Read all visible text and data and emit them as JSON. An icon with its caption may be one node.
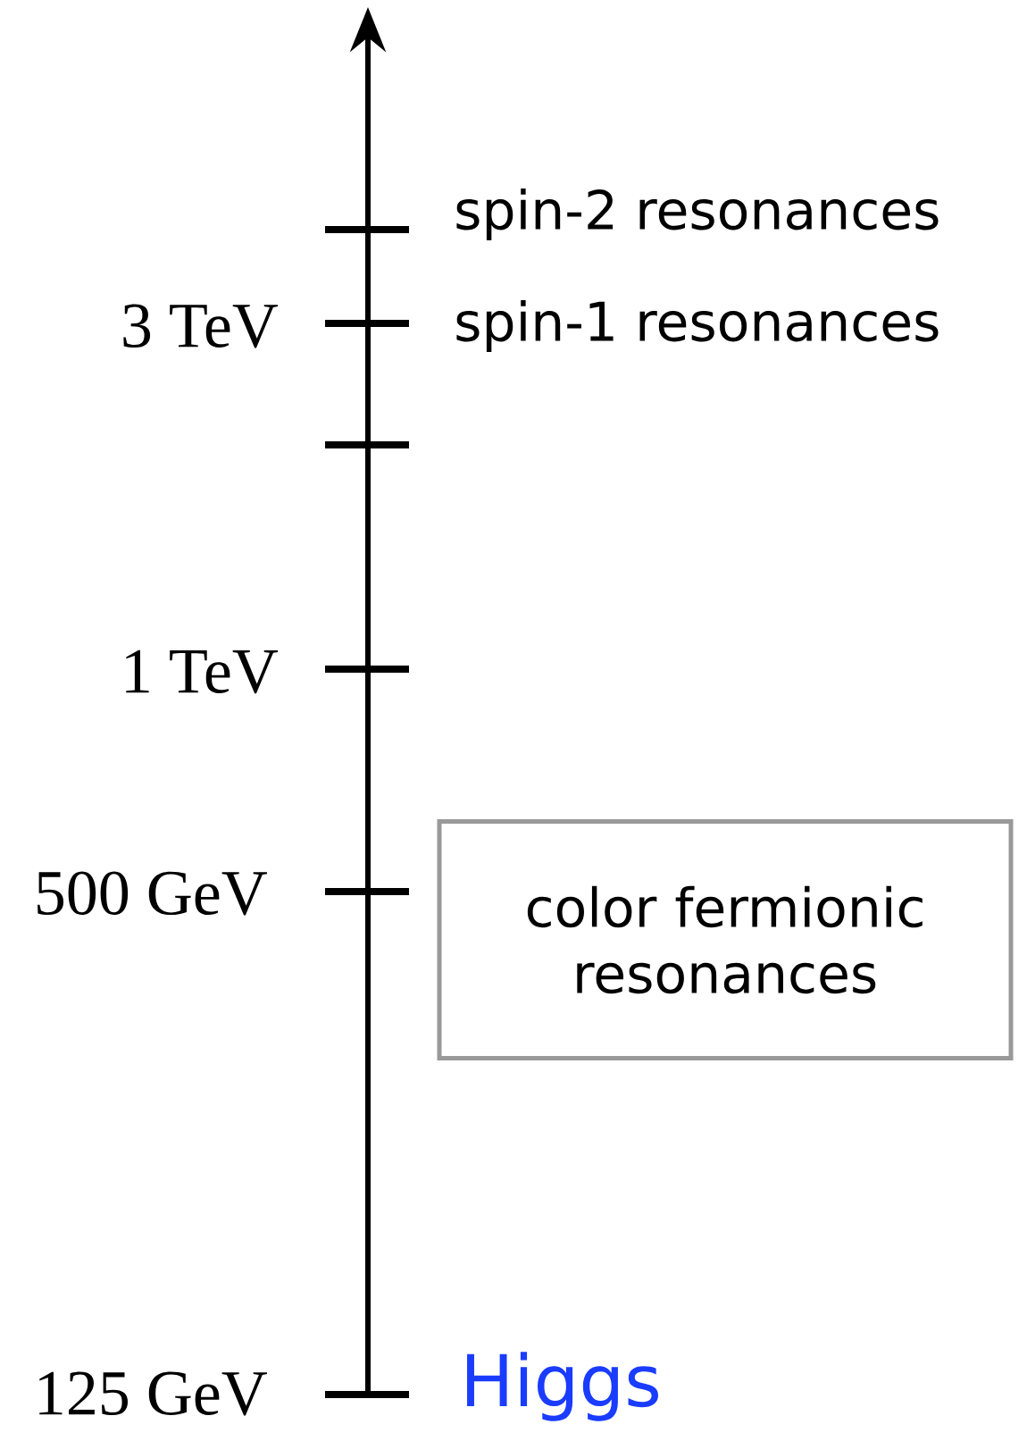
{
  "diagram": {
    "nodes": [
      {
        "text": [
          "color fermionic resonances"
        ]
      }
    ],
    "labels": [
      "spin-2 resonances",
      "3 TeV",
      "spin-1 resonances",
      "1 TeV",
      "500 GeV",
      "125 GeV",
      "Higgs"
    ]
  }
}
